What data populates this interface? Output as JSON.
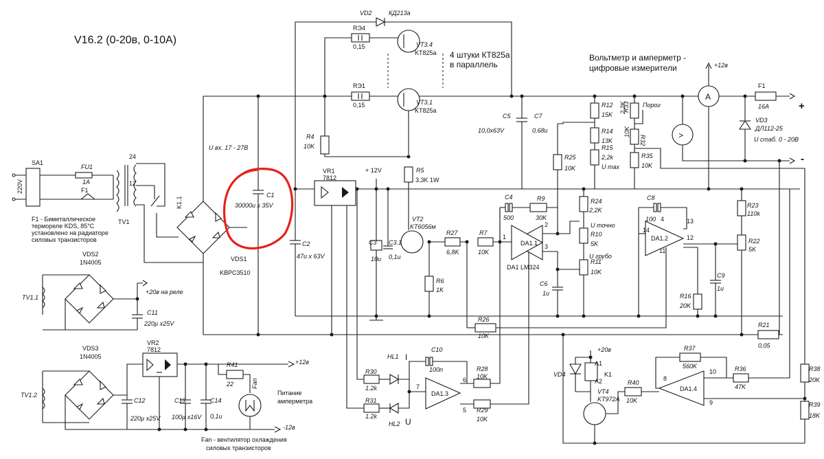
{
  "title": "V16.2 (0-20в, 0-10А)",
  "notes": {
    "parallel": [
      "4 штуки КТ825а",
      "в параллель"
    ],
    "meters": [
      "Вольтметр и амперметр -",
      "цифровые измерители"
    ],
    "f1_note": [
      "F1 - Биметаллическое",
      "термореле KDS, 85°C",
      "установлено на радиаторе",
      "силовых транзисторов"
    ],
    "fan_note": [
      "Fan - вентилятор охлаждения",
      "силовых транзисторов"
    ],
    "amm_supply": [
      "Питание",
      "амперметра"
    ],
    "u_in": "U вх. 17 - 27В",
    "u_stab": "U стаб. 0 - 20В",
    "relay_supply": "+20в на реле",
    "plus": "+",
    "minus": "-"
  },
  "mains": "220V",
  "labels": {
    "SA1": "SA1",
    "FU1": "FU1",
    "FU1_val": "1A",
    "F1": "F1",
    "TV1": "TV1",
    "t24": "24",
    "t12": "12",
    "K1_1": "K1.1",
    "VDS1": "VDS1",
    "VDS1_type": "KBPC3510",
    "C1": "C1",
    "C1_val": "30000u x 35V",
    "C2": "C2",
    "C2_val": "47u x 63V",
    "RE4": "RЭ4",
    "RE4_val": "0,15",
    "RE1": "RЭ1",
    "RE1_val": "0,15",
    "VT34": "VT3.4",
    "VT34_type": "KT825a",
    "VT31": "VT3.1",
    "VT31_type": "KT825a",
    "VD2": "VD2",
    "VD2_type": "КД213а",
    "R4": "R4",
    "R4_val": "10K",
    "VR1": "VR1",
    "VR1_type": "7812",
    "p12": "+ 12V",
    "R5": "R5",
    "R5_val": "3,3K 1W",
    "C3": "C3",
    "C3_val": "10u",
    "C31": "C3.1",
    "C31_val": "0,1u",
    "VT2": "VT2",
    "VT2_type": "KT6056м",
    "R6": "R6",
    "R6_val": "1K",
    "R27": "R27",
    "R27_val": "6,8K",
    "R7": "R7",
    "R7_val": "10K",
    "C4": "C4",
    "C4_val": "500",
    "R9": "R9",
    "R9_val": "30K",
    "DA11": "DA1.1",
    "DA1": "DA1 LM324",
    "C5": "C5",
    "C5_val": "10,0x63V",
    "C7": "C7",
    "C7_val": "0,68u",
    "R25": "R25",
    "R25_val": "10K",
    "R12": "R12",
    "R12_val": "15K",
    "R14": "R14",
    "R14_val": "13K",
    "R15": "R15",
    "R15_val": "2,2k",
    "Umax": "U max",
    "R33": "R33",
    "R33_val": "2,2K",
    "porog": "Порог",
    "R32": "R32",
    "R32_val": "10K",
    "R35": "R35",
    "R35_val": "10K",
    "R24": "R24",
    "R24_val": "2,2K",
    "R10": "R10",
    "R10_val": "5K",
    "Utochno": "U точно",
    "R11": "R11",
    "R11_val": "10K",
    "Ugrubo": "U грубо",
    "C6": "C6",
    "C6_val": "1u",
    "C8": "C8",
    "C8_val": "100",
    "DA12": "DA1.2",
    "R23": "R23",
    "R23_val": "110k",
    "R22": "R22",
    "R22_val": "5K",
    "C9": "C9",
    "C9_val": "1u",
    "R16": "R16",
    "R16_val": "20K",
    "R21": "R21",
    "R21_val": "0,05",
    "R26": "R26",
    "R26_val": "10K",
    "F1b": "F1",
    "F1b_val": "16A",
    "VD3": "VD3",
    "VD3_type": "ДЛ112-25",
    "p12top": "+12в",
    "VDS2": "VDS2",
    "VDS2_type": "1N4005",
    "TV11": "TV1.1",
    "C11": "C11",
    "C11_val": "220µ x25V",
    "VDS3": "VDS3",
    "VDS3_type": "1N4005",
    "TV12": "TV1.2",
    "VR2": "VR2",
    "VR2_type": "7812",
    "C12": "C12",
    "C12_val": "220µ x25V",
    "C13": "C13",
    "C13_val": "100µ x16V",
    "C14": "C14",
    "C14_val": "0,1u",
    "R41": "R41",
    "R41_val": "22",
    "Fan": "Fan",
    "p12b": "+12в",
    "m12b": "-12в",
    "HL1": "HL1",
    "HL2": "HL2",
    "I": "I",
    "U": "U",
    "C10": "C10",
    "C10_val": "100n",
    "R30": "R30",
    "R30_val": "1.2k",
    "R31": "R31",
    "R31_val": "1.2k",
    "R28": "R28",
    "R28_val": "10K",
    "R29": "R29",
    "R29_val": "10K",
    "DA13": "DA1.3",
    "p20v": "+20в",
    "VD4": "VD4",
    "K1": "K1",
    "A1": "A1",
    "A2": "A2",
    "VT4": "VT4",
    "VT4_type": "KT972A",
    "R40": "R40",
    "R40_val": "10K",
    "R37": "R37",
    "R37_val": "560K",
    "R36": "R36",
    "R36_val": "47K",
    "DA14": "DA1.4",
    "R38": "R38",
    "R38_val": "20K",
    "R39": "R39",
    "R39_val": "18K",
    "pin1": "1",
    "pin2": "2",
    "pin3": "3",
    "pin4": "4",
    "pin5": "5",
    "pin6": "6",
    "pin7": "7",
    "pin8": "8",
    "pin9": "9",
    "pin10": "10",
    "pin11": "11",
    "pin12": "12",
    "pin13": "13",
    "pin14": "14",
    "ammeter": "A",
    "voltmeter": ">"
  },
  "colors": {
    "highlight": "#e8201a",
    "ink": "#1a1a1a"
  }
}
